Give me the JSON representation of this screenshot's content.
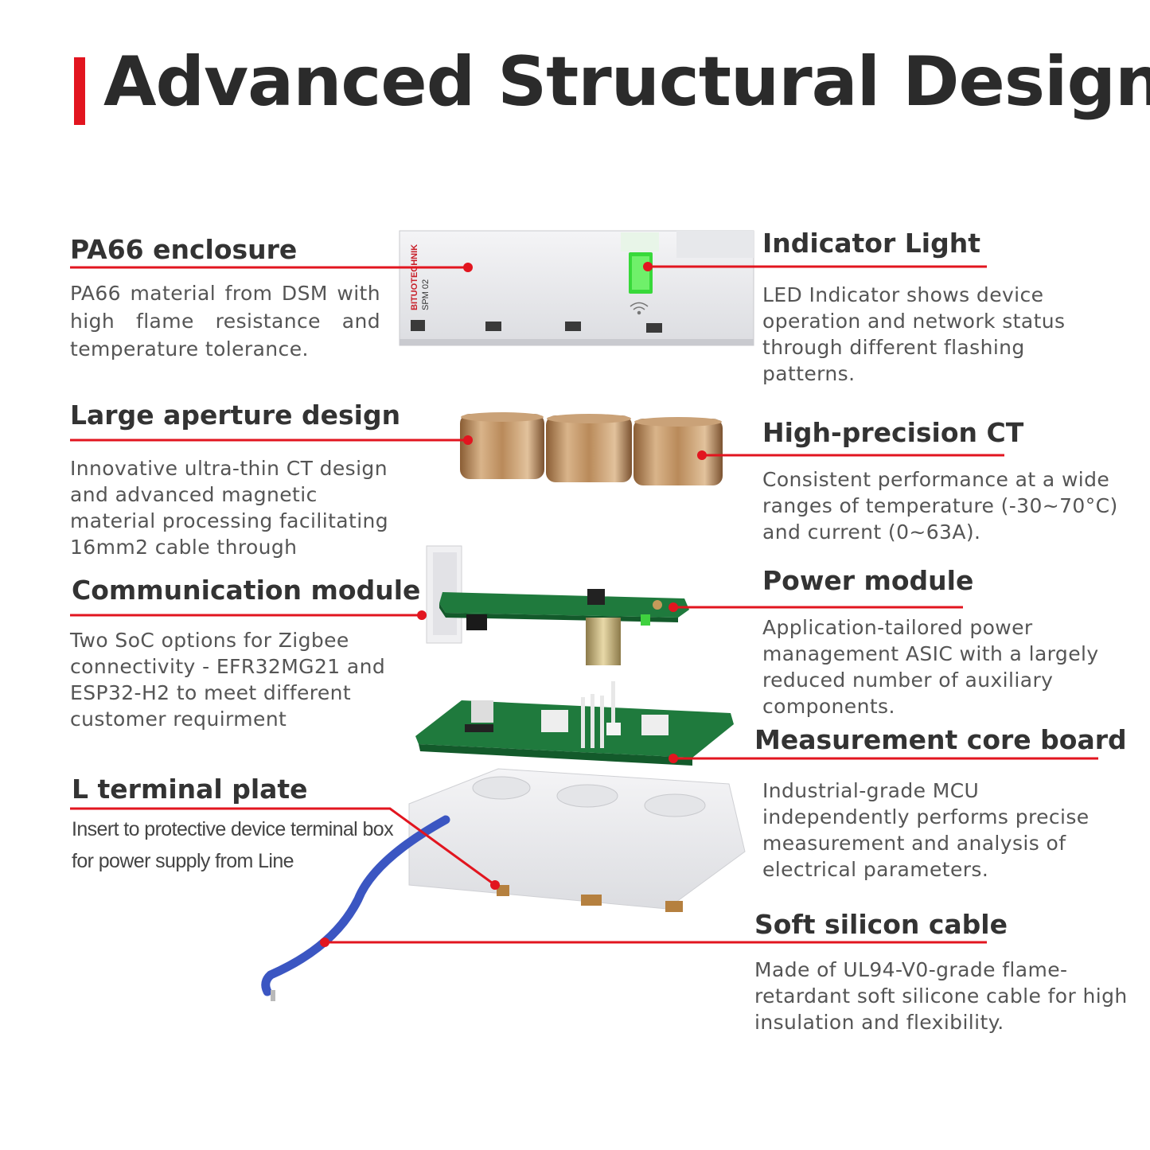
{
  "title": "Advanced Structural Design",
  "colors": {
    "accent": "#e2151f",
    "heading": "#333333",
    "text": "#555555",
    "pcb": "#1f7a3d",
    "copper": "#b98a5a",
    "led": "#38d93a",
    "cable": "#3b56c2"
  },
  "device": {
    "brand": "BITUOTECHNIK",
    "model": "SPM 02"
  },
  "left": [
    {
      "heading": "PA66 enclosure",
      "desc": "PA66 material from DSM with high flame resistance and temperature tolerance."
    },
    {
      "heading": "Large aperture design",
      "desc": "Innovative ultra-thin CT design and advanced magnetic material processing facilitating 16mm2 cable through"
    },
    {
      "heading": "Communication module",
      "desc": "Two SoC options for Zigbee connectivity - EFR32MG21 and ESP32-H2 to meet different customer requirment"
    },
    {
      "heading": "L terminal plate",
      "desc": "Insert to protective device terminal box for power supply from Line"
    }
  ],
  "right": [
    {
      "heading": "Indicator Light",
      "desc": "LED Indicator shows device operation and network status through different flashing patterns."
    },
    {
      "heading": "High-precision CT",
      "desc": "Consistent performance at a wide ranges of temperature (-30~70°C) and current (0~63A)."
    },
    {
      "heading": "Power module",
      "desc": "Application-tailored power management ASIC with a largely reduced number of auxiliary components."
    },
    {
      "heading": "Measurement core board",
      "desc": "Industrial-grade MCU independently performs precise measurement and analysis of electrical parameters."
    },
    {
      "heading": "Soft silicon cable",
      "desc": "Made of UL94-V0-grade flame-retardant soft silicone cable for high insulation and flexibility."
    }
  ]
}
